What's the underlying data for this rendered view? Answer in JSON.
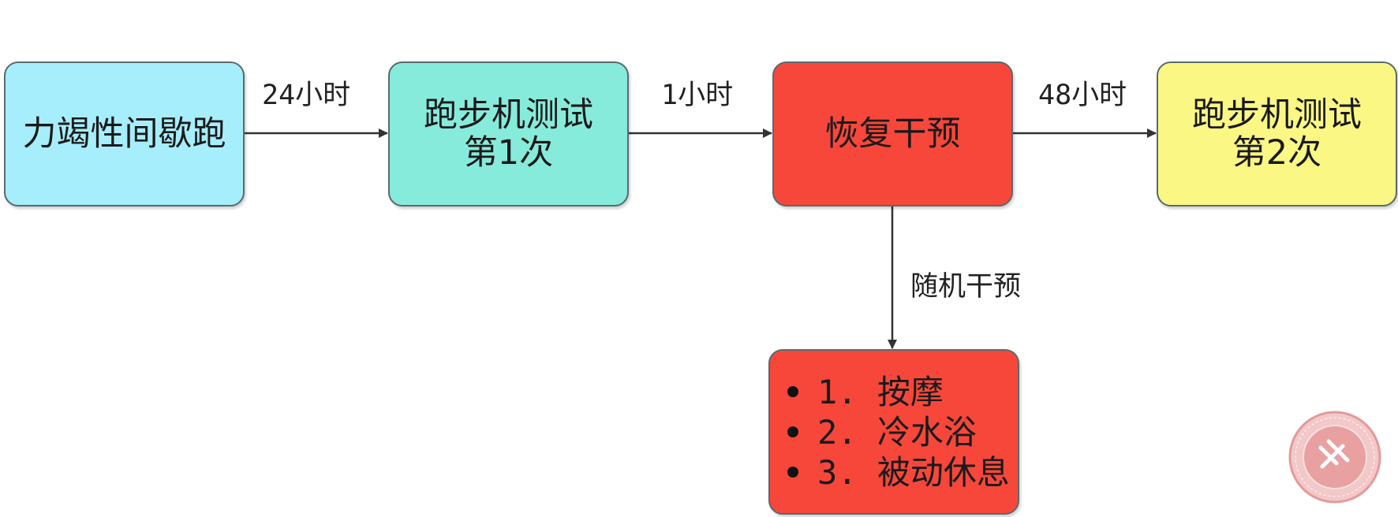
{
  "nodes": {
    "fatigue_run": "力竭性间歇跑",
    "treadmill_test_1": [
      "跑步机测试",
      "第1次"
    ],
    "recovery_intervention": "恢复干预",
    "treadmill_test_2": [
      "跑步机测试",
      "第2次"
    ],
    "interventions": [
      "1. 按摩",
      "2. 冷水浴",
      "3. 被动休息"
    ]
  },
  "edges": {
    "e1": "24小时",
    "e2": "1小时",
    "e3": "48小时",
    "e4": "随机干预"
  },
  "colors": {
    "node1": "#a6eefc",
    "node2": "#87ebdc",
    "node3": "#f7473a",
    "node4": "#fbf785",
    "node5": "#f7473a",
    "arrow": "#333333",
    "seal": "#e8a0a0"
  },
  "icons": {
    "seal": "university-seal-watermark"
  }
}
